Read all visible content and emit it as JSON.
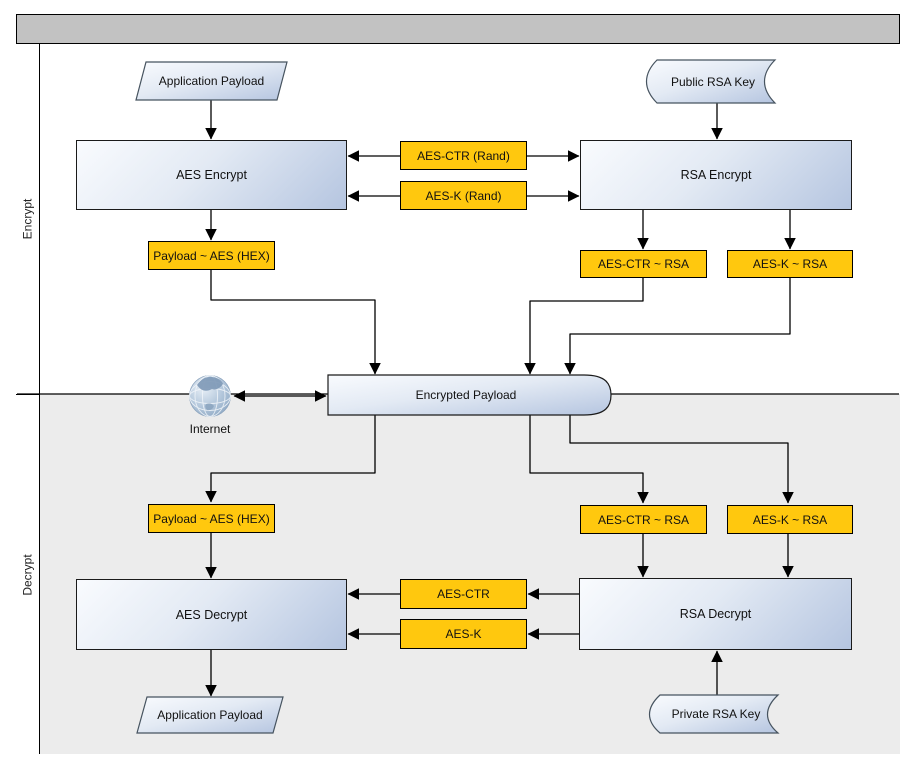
{
  "header": {
    "title": ""
  },
  "lanes": [
    {
      "label": "Encrypt"
    },
    {
      "label": "Decrypt"
    }
  ],
  "nodes": {
    "app_payload_top": "Application Payload",
    "public_rsa_key": "Public RSA Key",
    "aes_encrypt": "AES Encrypt",
    "rsa_encrypt": "RSA Encrypt",
    "aes_ctr_rand": "AES-CTR (Rand)",
    "aes_k_rand": "AES-K (Rand)",
    "payload_aes_hex_enc": "Payload ~ AES (HEX)",
    "aes_ctr_rsa_enc": "AES-CTR ~ RSA",
    "aes_k_rsa_enc": "AES-K ~ RSA",
    "encrypted_payload": "Encrypted Payload",
    "internet_label": "Internet",
    "payload_aes_hex_dec": "Payload ~ AES (HEX)",
    "aes_ctr_rsa_dec": "AES-CTR ~ RSA",
    "aes_k_rsa_dec": "AES-K ~ RSA",
    "aes_decrypt": "AES Decrypt",
    "rsa_decrypt": "RSA Decrypt",
    "aes_ctr_dec": "AES-CTR",
    "aes_k_dec": "AES-K",
    "app_payload_bottom": "Application Payload",
    "private_rsa_key": "Private RSA Key"
  },
  "colors": {
    "tag_yellow": "#ffc80e",
    "node_gradient_light": "#f9fbfe",
    "node_gradient_dark": "#b5c5e0",
    "decrypt_lane_bg": "#ececec",
    "header_bg": "#c2c2c2",
    "connector": "#000000",
    "shape_outline": "#46535f"
  }
}
